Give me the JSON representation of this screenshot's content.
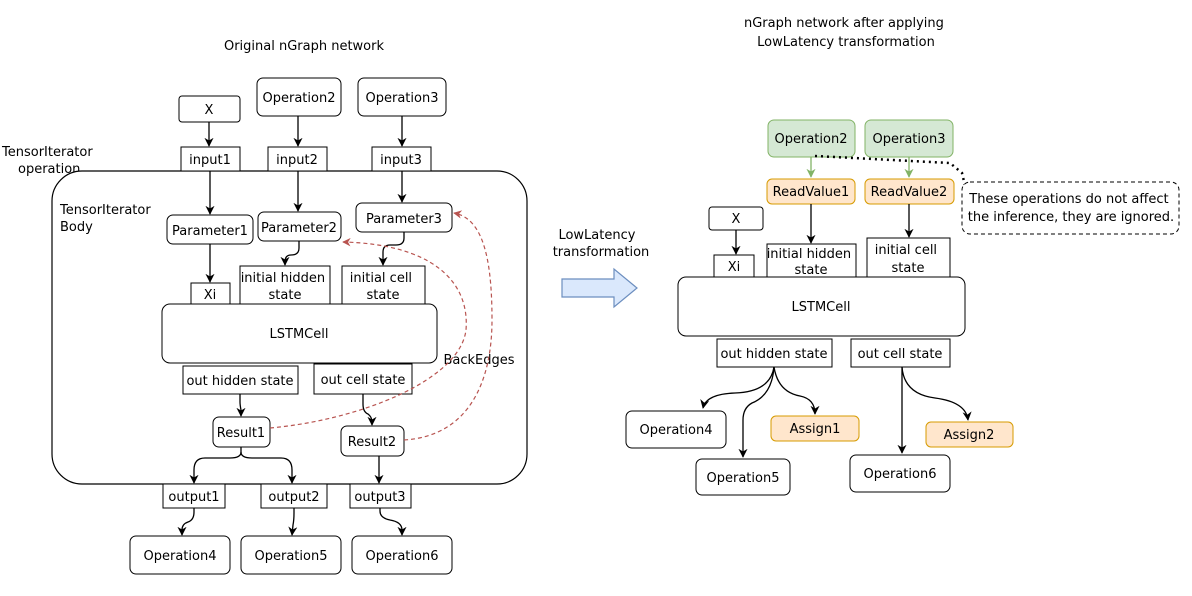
{
  "left": {
    "title": "Original nGraph network",
    "ti_operation_label": [
      "TensorIterator",
      "operation"
    ],
    "ti_body_label": [
      "TensorIterator",
      "Body"
    ],
    "x": "X",
    "operation2": "Operation2",
    "operation3": "Operation3",
    "input1": "input1",
    "input2": "input2",
    "input3": "input3",
    "parameter1": "Parameter1",
    "parameter2": "Parameter2",
    "parameter3": "Parameter3",
    "xi": "Xi",
    "initial_hidden_state": [
      "initial hidden",
      "state"
    ],
    "initial_cell_state": [
      "initial cell",
      "state"
    ],
    "lstmcell": "LSTMCell",
    "out_hidden_state": "out hidden state",
    "out_cell_state": "out cell state",
    "backedges": "BackEdges",
    "result1": "Result1",
    "result2": "Result2",
    "output1": "output1",
    "output2": "output2",
    "output3": "output3",
    "operation4": "Operation4",
    "operation5": "Operation5",
    "operation6": "Operation6"
  },
  "transformation": {
    "label": [
      "LowLatency",
      "transformation"
    ]
  },
  "right": {
    "title": [
      "nGraph network after applying",
      "LowLatency transformation"
    ],
    "operation2": "Operation2",
    "operation3": "Operation3",
    "readvalue1": "ReadValue1",
    "readvalue2": "ReadValue2",
    "note": [
      "These operations do not affect",
      "the inference, they are ignored."
    ],
    "x": "X",
    "xi": "Xi",
    "initial_hidden_state": [
      "initial hidden",
      "state"
    ],
    "initial_cell_state": [
      "initial cell",
      "state"
    ],
    "lstmcell": "LSTMCell",
    "out_hidden_state": "out hidden state",
    "out_cell_state": "out cell state",
    "operation4": "Operation4",
    "operation5": "Operation5",
    "operation6": "Operation6",
    "assign1": "Assign1",
    "assign2": "Assign2"
  },
  "colors": {
    "green_fill": "#d5e8d4",
    "green_stroke": "#82b366",
    "orange_fill": "#ffe6cc",
    "orange_stroke": "#d79b00",
    "backedge": "#b85450",
    "arrow_fill": "#dae8fc",
    "arrow_stroke": "#6c8ebf"
  }
}
